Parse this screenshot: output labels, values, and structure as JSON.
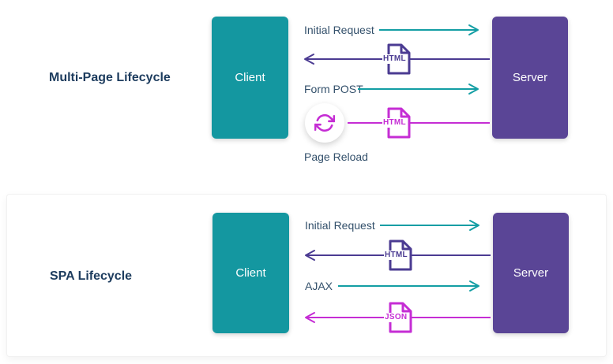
{
  "panels": [
    {
      "title": "Multi-Page Lifecycle",
      "client_label": "Client",
      "server_label": "Server",
      "rows": [
        {
          "label": "Initial Request",
          "direction": "right",
          "color": "teal"
        },
        {
          "badge": "HTML",
          "direction": "left",
          "color": "purple"
        },
        {
          "label": "Form POST",
          "direction": "right",
          "color": "teal"
        },
        {
          "badge": "HTML",
          "direction": "none",
          "color": "magenta",
          "icon": "page-reload",
          "caption": "Page Reload"
        }
      ]
    },
    {
      "title": "SPA Lifecycle",
      "client_label": "Client",
      "server_label": "Server",
      "rows": [
        {
          "label": "Initial Request",
          "direction": "right",
          "color": "teal"
        },
        {
          "badge": "HTML",
          "direction": "left",
          "color": "purple"
        },
        {
          "label": "AJAX",
          "direction": "right",
          "color": "teal"
        },
        {
          "badge": "JSON",
          "direction": "left",
          "color": "magenta"
        }
      ]
    }
  ],
  "colors": {
    "teal": "#139ea4",
    "purple": "#4b3b92",
    "magenta": "#c52dd4",
    "client_box": "#1497a0",
    "server_box": "#5a4596",
    "label_text": "#33506b",
    "title_text": "#1d3c5e"
  }
}
